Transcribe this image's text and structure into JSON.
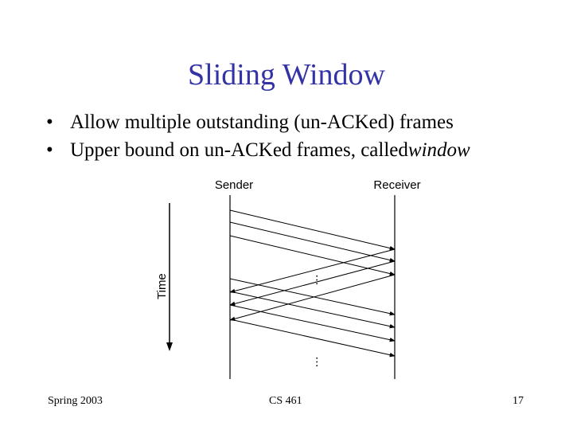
{
  "slide": {
    "title": "Sliding Window",
    "bullets": [
      {
        "text": "Allow multiple outstanding (un-ACKed) frames",
        "emphasis": ""
      },
      {
        "text": "Upper bound on un-ACKed frames, called ",
        "emphasis": "window"
      }
    ],
    "bullet_glyph": "•",
    "title_color": "#3333a6"
  },
  "diagram": {
    "sender_label": "Sender",
    "receiver_label": "Receiver",
    "time_label": "Time",
    "ellipsis_glyph": "…"
  },
  "footer": {
    "left": "Spring 2003",
    "center": "CS 461",
    "right": "17"
  }
}
